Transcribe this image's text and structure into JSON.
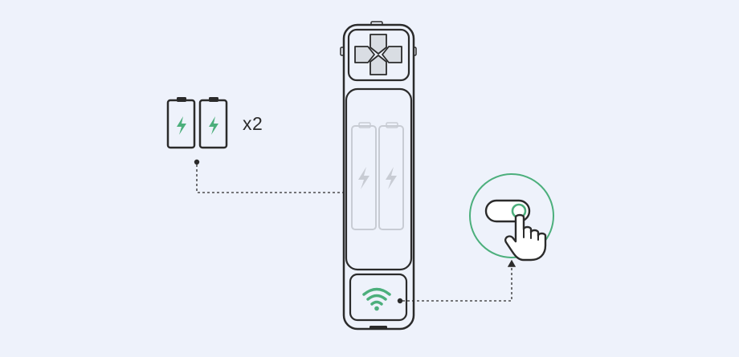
{
  "batteries": {
    "quantity_label": "x2",
    "count": 2,
    "icon": "battery-charged-icon",
    "bolt_color": "#4caf7c"
  },
  "controller": {
    "dpad_icon": "dpad-icon",
    "battery_slots": 2,
    "wireless_icon": "wifi-icon",
    "wifi_color": "#4caf7c"
  },
  "power_switch": {
    "icon": "toggle-switch-icon",
    "gesture_icon": "pointing-hand-icon",
    "ring_color": "#4caf7c"
  },
  "colors": {
    "background": "#eef2fb",
    "outline": "#2b2b2b",
    "accent": "#4caf7c",
    "slot_outline": "#c8ccd4"
  }
}
